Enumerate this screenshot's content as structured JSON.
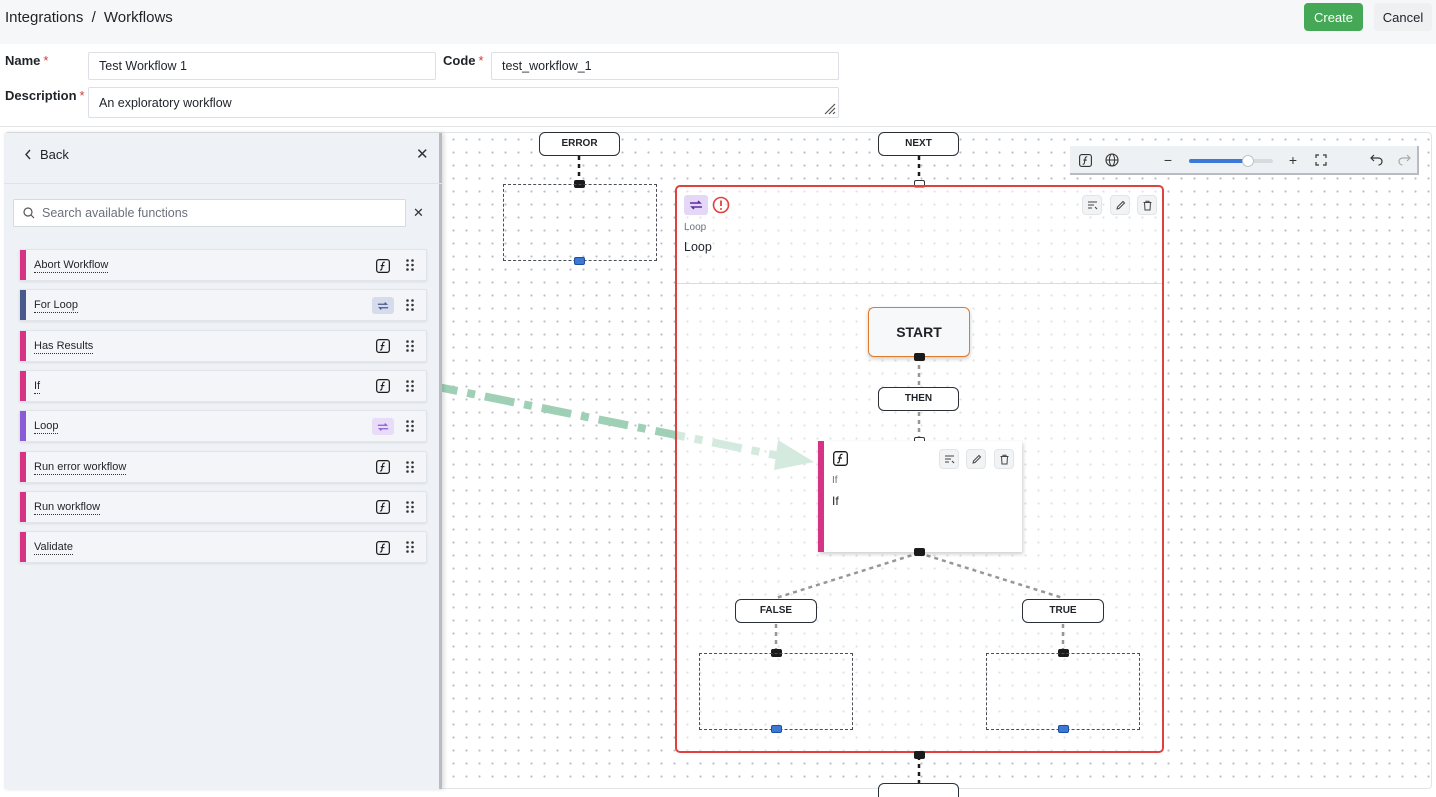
{
  "header": {
    "breadcrumb": [
      "Integrations",
      "/",
      "Workflows"
    ],
    "create_label": "Create",
    "cancel_label": "Cancel"
  },
  "form": {
    "name_label": "Name",
    "name_value": "Test Workflow 1",
    "code_label": "Code",
    "code_value": "test_workflow_1",
    "description_label": "Description",
    "description_value": "An exploratory workflow",
    "required_mark": "*"
  },
  "panel": {
    "back_label": "Back",
    "search_placeholder": "Search available functions",
    "functions": [
      {
        "label": "Abort Workflow",
        "color": "#d63384",
        "icon": "function-icon"
      },
      {
        "label": "For Loop",
        "color": "#4a5a8c",
        "icon": "loop-icon"
      },
      {
        "label": "Has Results",
        "color": "#d63384",
        "icon": "function-icon"
      },
      {
        "label": "If",
        "color": "#d63384",
        "icon": "function-icon"
      },
      {
        "label": "Loop",
        "color": "#8a5bd6",
        "icon": "loop-icon"
      },
      {
        "label": "Run error workflow",
        "color": "#d63384",
        "icon": "function-icon"
      },
      {
        "label": "Run workflow",
        "color": "#d63384",
        "icon": "function-icon"
      },
      {
        "label": "Validate",
        "color": "#d63384",
        "icon": "function-icon"
      }
    ]
  },
  "canvas": {
    "error_label": "ERROR",
    "next_label": "NEXT",
    "loop_card": {
      "type_label": "Loop",
      "title": "Loop"
    },
    "start_label": "START",
    "then_label": "THEN",
    "if_card": {
      "type_label": "If",
      "title": "If"
    },
    "false_label": "FALSE",
    "true_label": "TRUE",
    "zoom_level": 0.7
  }
}
